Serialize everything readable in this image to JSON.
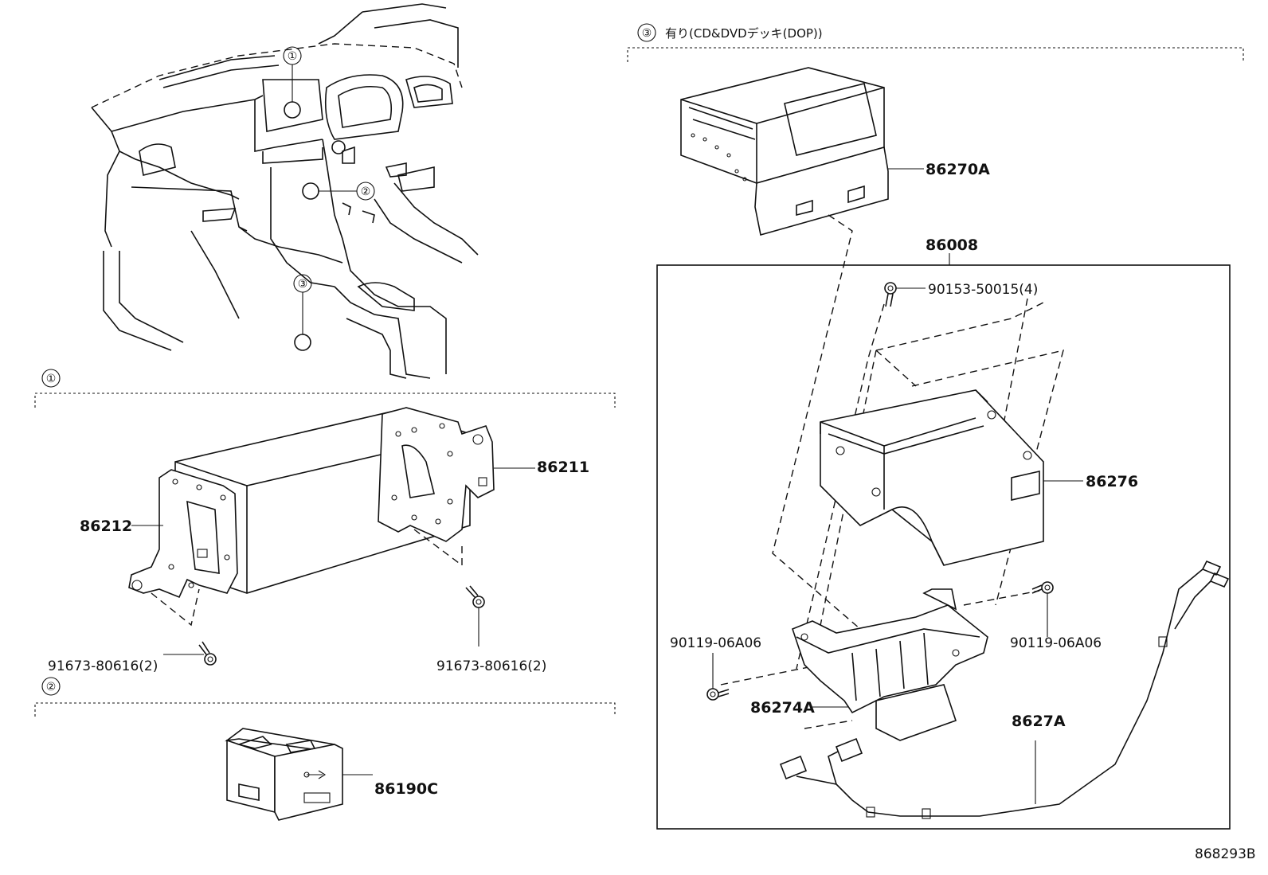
{
  "diagram": {
    "sections": [
      {
        "marker": "①",
        "title": ""
      },
      {
        "marker": "②",
        "title": ""
      },
      {
        "marker": "③",
        "title": "有り(CD&DVDデッキ(DOP))"
      }
    ],
    "overview_markers": [
      "①",
      "②",
      "③"
    ],
    "parts": {
      "p86270A": "86270A",
      "p86008": "86008",
      "p90153": "90153-50015(4)",
      "p86276": "86276",
      "p90119_left": "90119-06A06",
      "p90119_right": "90119-06A06",
      "p86274A": "86274A",
      "p8627A": "8627A",
      "p86211": "86211",
      "p86212": "86212",
      "p91673_left": "91673-80616(2)",
      "p91673_right": "91673-80616(2)",
      "p86190C": "86190C"
    },
    "diagram_code": "868293B"
  }
}
